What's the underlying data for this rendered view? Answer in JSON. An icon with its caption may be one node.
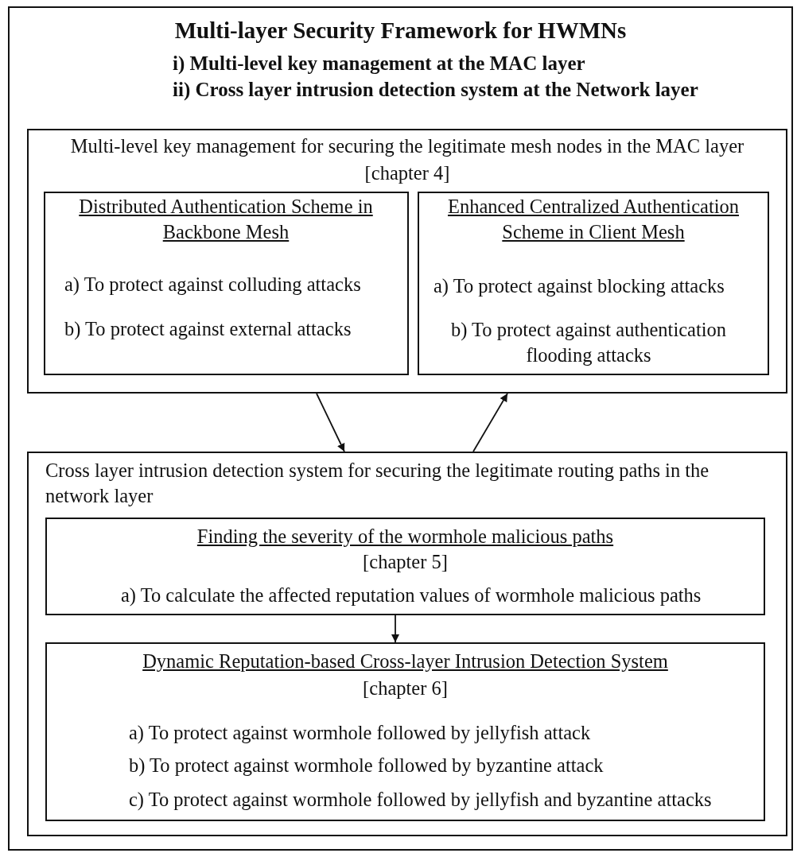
{
  "diagram": {
    "nodes": [
      {
        "text": [
          "Multi-layer Security Framework for HWMNs",
          "i) Multi-level key management at the MAC layer",
          "ii) Cross layer intrusion detection system at the Network layer"
        ]
      },
      {
        "text": [
          "Multi-level key management for securing the legitimate mesh nodes in the MAC layer",
          "[chapter 4]"
        ],
        "in": 0
      },
      {
        "text": [
          "Distributed Authentication Scheme in Backbone Mesh",
          "a) To protect against colluding attacks",
          "b) To protect against external attacks"
        ],
        "in": 1
      },
      {
        "text": [
          "Enhanced Centralized Authentication Scheme in Client Mesh",
          "a) To protect against blocking attacks",
          "b) To protect against authentication flooding attacks"
        ],
        "in": 1
      },
      {
        "text": [
          "Cross layer intrusion detection system for securing the legitimate routing paths in the network layer"
        ],
        "in": 0
      },
      {
        "text": [
          "Finding the severity of the wormhole malicious paths",
          "[chapter 5]",
          "a) To calculate the affected reputation values of wormhole malicious paths"
        ],
        "in": 4
      },
      {
        "text": [
          "Dynamic Reputation-based Cross-layer Intrusion Detection System",
          "[chapter 6]",
          "a) To protect against wormhole followed by jellyfish attack",
          "b) To protect against wormhole followed by byzantine attack",
          "c) To protect against wormhole followed by jellyfish and byzantine attacks"
        ],
        "in": 4
      }
    ],
    "edges": [
      {
        "from": 1,
        "to": 4,
        "arrow": "to"
      },
      {
        "from": 4,
        "to": 1,
        "arrow": "to"
      },
      {
        "from": 5,
        "to": 6,
        "arrow": "to"
      }
    ]
  }
}
